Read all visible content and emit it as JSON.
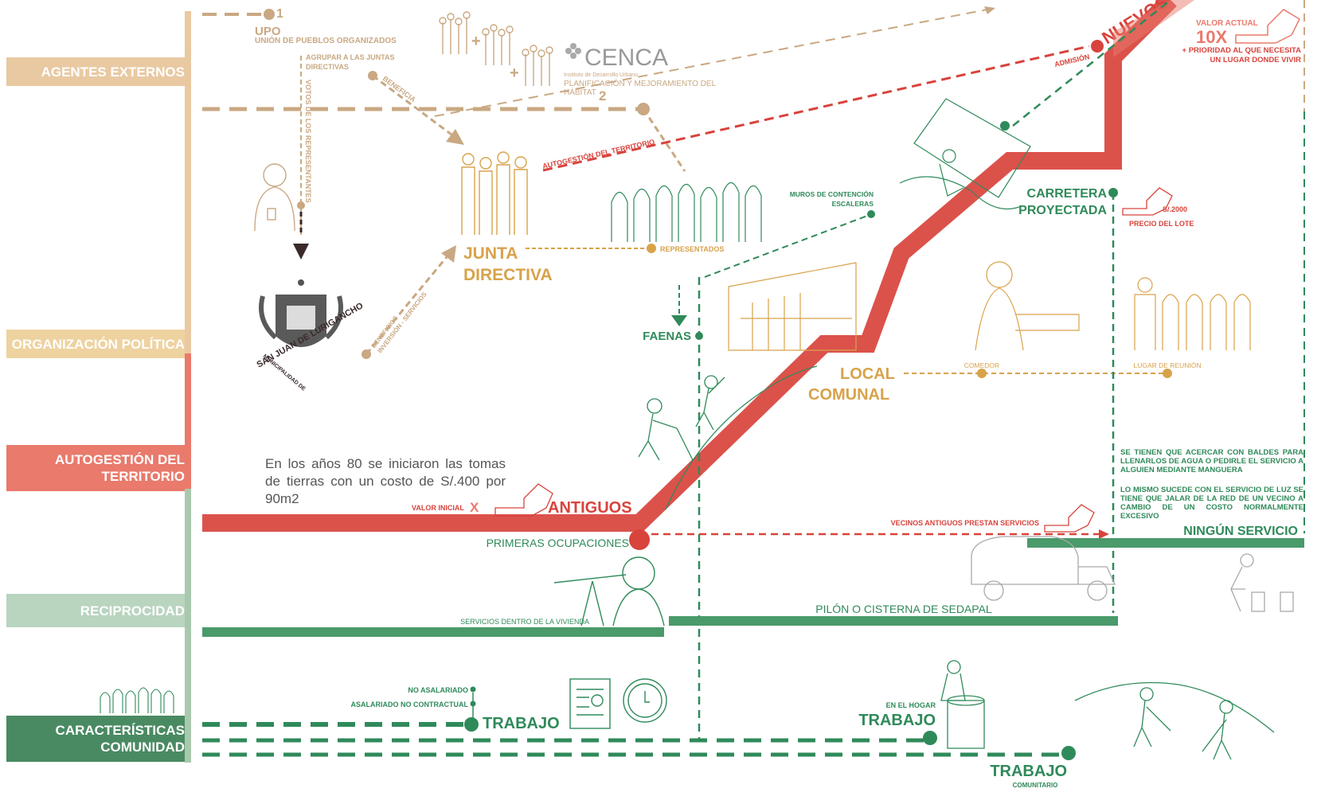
{
  "categories": [
    {
      "key": "agentes",
      "label": "AGENTES EXTERNOS"
    },
    {
      "key": "organizacion",
      "label": "ORGANIZACIÓN POLÍTICA"
    },
    {
      "key": "autogestion",
      "label": "AUTOGESTIÓN DEL TERRITORIO"
    },
    {
      "key": "reciprocidad",
      "label": "RECIPROCIDAD"
    },
    {
      "key": "caracteristicas",
      "label": "CARACTERÍSTICAS COMUNIDAD"
    }
  ],
  "colors": {
    "tan": "#c9a882",
    "gold": "#d8a24a",
    "red": "#d8433c",
    "green": "#2f8a5a",
    "light_green": "#a9c9ae",
    "dark": "#3a2a2a",
    "tan_band": "#e9c9a2",
    "gold_band": "#eed2a0",
    "red_band": "#e97a6c",
    "green_band": "#b9d4bf",
    "dark_green_band": "#4a8a62"
  },
  "labels": {
    "upo_num": "1",
    "upo": "UPO",
    "upo_full": "UNIÓN DE PUEBLOS ORGANIZADOS",
    "agrupar_1": "AGRUPAR A LAS JUNTAS",
    "agrupar_2": "DIRECTIVAS",
    "beneficia": "BENEFICIA",
    "votos": "VOTOS DE LOS REPRESENTANTES",
    "cenca": "CENCA",
    "cenca_small": "Instituto de Desarrollo Urbano",
    "planificacion_1": "PLANIFICACIÓN Y MEJORAMIENTO DEL",
    "planificacion_2": "HÁBITAT",
    "planificacion_num": "2",
    "autogestion_line": "AUTOGESTIÓN DEL TERRITORIO",
    "admision": "ADMISIÓN",
    "nuevos": "NUEVOS",
    "valor_actual": "VALOR ACTUAL",
    "valor_10x": "10X",
    "prioridad_1": "+ PRIORIDAD AL QUE NECESITA",
    "prioridad_2": "UN LUGAR DONDE VIVIR",
    "junta_1": "JUNTA",
    "junta_2": "DIRECTIVA",
    "representados": "REPRESENTADOS",
    "beneficios_1": "BENEFICIOS",
    "beneficios_2": "INVERSIÓN - SERVICIOS",
    "municipalidad_1": "MUNICIPALIDAD DE",
    "municipalidad_2": "SAN JUAN DE LURIGANCHO",
    "muros_1": "MUROS DE CONTENCIÓN",
    "muros_2": "ESCALERAS",
    "faenas": "FAENAS",
    "carretera_1": "CARRETERA",
    "carretera_2": "PROYECTADA",
    "precio_valor": "S/.2000",
    "precio_lote": "PRECIO DEL LOTE",
    "local_1": "LOCAL",
    "local_2": "COMUNAL",
    "comedor": "COMEDOR",
    "lugar_reunion": "LUGAR DE REUNIÓN",
    "intro": "En los años 80 se iniciaron las tomas de tierras con un costo de S/.400 por 90m2",
    "valor_inicial": "VALOR INICIAL",
    "valor_inicial_x": "X",
    "antiguos": "ANTIGUOS",
    "primeras": "PRIMERAS OCUPACIONES",
    "vecinos": "VECINOS ANTIGUOS PRESTAN SERVICIOS",
    "acercar": "SE TIENEN QUE ACERCAR CON BALDES PARA LLENARLOS DE AGUA O PEDIRLE EL SERVICIO A ALGUIEN MEDIANTE MANGUERA",
    "luz": "LO MISMO SUCEDE CON EL SERVICIO DE LUZ SE TIENE QUE JALAR DE LA RED DE UN VECINO A CAMBIO DE UN COSTO NORMALMENTE EXCESIVO",
    "ningun": "NINGÚN SERVICIO",
    "servicios_vivienda": "SERVICIOS DENTRO DE LA VIVIENDA",
    "pilon": "PILÓN O CISTERNA DE SEDAPAL",
    "no_asalariado": "NO ASALARIADO",
    "asalariado": "ASALARIADO NO CONTRACTUAL",
    "trabajo_1": "TRABAJO",
    "en_hogar": "EN EL HOGAR",
    "trabajo_2": "TRABAJO",
    "trabajo_3": "TRABAJO",
    "comunitario": "COMUNITARIO"
  }
}
